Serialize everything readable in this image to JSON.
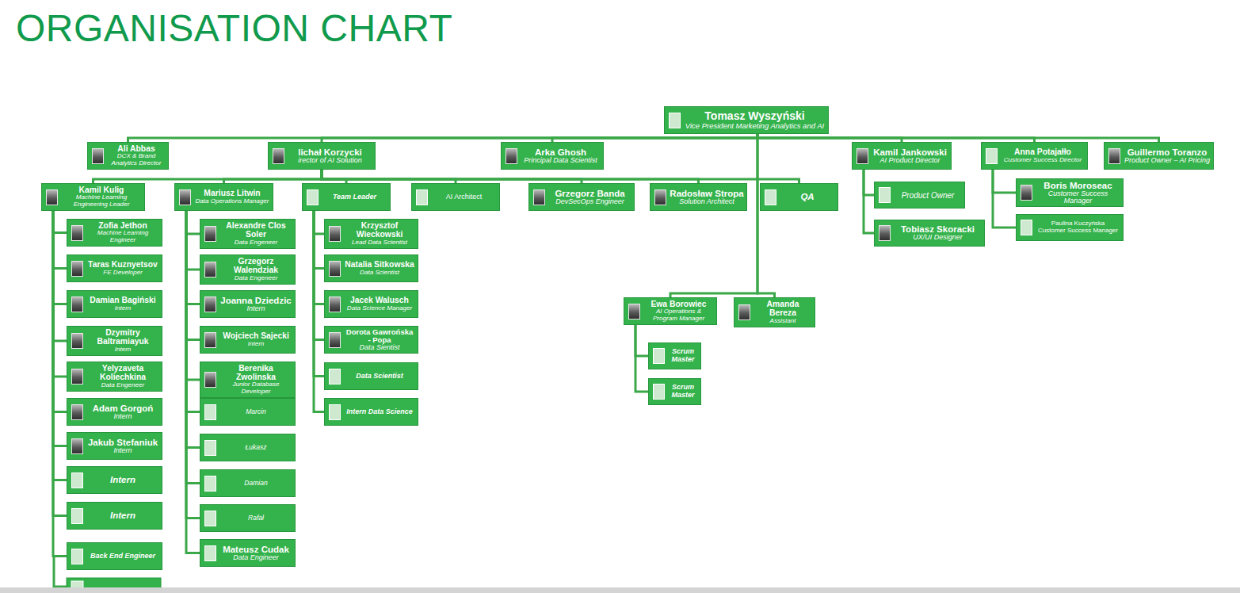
{
  "diagram": {
    "title": "ORGANISATION CHART",
    "nodes": [
      {
        "text": [
          "Tomasz Wyszyński",
          "Vice President Marketing Analytics and AI"
        ]
      },
      {
        "text": [
          "Ali Abbas",
          "DCX & Brand Analytics Director"
        ]
      },
      {
        "text": [
          "lichał Korzycki",
          "irector of AI Solution"
        ]
      },
      {
        "text": [
          "Arka Ghosh",
          "Principal Data Scientist"
        ]
      },
      {
        "text": [
          "Kamil Jankowski",
          "AI Product Director"
        ]
      },
      {
        "text": [
          "Anna Potajałło",
          "Customer Success Director"
        ]
      },
      {
        "text": [
          "Guillermo Toranzo",
          "Product Owner – AI Pricing"
        ]
      },
      {
        "text": [
          "Kamil Kulig",
          "Machine Learning Engineering Leader"
        ]
      },
      {
        "text": [
          "Mariusz Litwin",
          "Data Operations Manager"
        ]
      },
      {
        "text": [
          "Team Leader"
        ]
      },
      {
        "text": [
          "AI Architect"
        ]
      },
      {
        "text": [
          "Grzegorz Banda",
          "DevSecOps Engineer"
        ]
      },
      {
        "text": [
          "Radosław Stropa",
          "Solution Architect"
        ]
      },
      {
        "text": [
          "QA"
        ]
      },
      {
        "text": [
          "Product Owner"
        ]
      },
      {
        "text": [
          "Tobiasz Skoracki",
          "UX/UI Designer"
        ]
      },
      {
        "text": [
          "Boris Moroseac",
          "Customer Success Manager"
        ]
      },
      {
        "text": [
          "Paulina Kuczyńska",
          "Customer Success Manager"
        ]
      },
      {
        "text": [
          "Zofia Jethon",
          "Machine Learning Engineer"
        ]
      },
      {
        "text": [
          "Taras Kuznyetsov",
          "FE Developer"
        ]
      },
      {
        "text": [
          "Damian Bagiński",
          "Intern"
        ]
      },
      {
        "text": [
          "Dzymitry Baltramiayuk",
          "Intern"
        ]
      },
      {
        "text": [
          "Yelyzaveta Koliechkina",
          "Data Engeneer"
        ]
      },
      {
        "text": [
          "Adam Gorgoń",
          "Intern"
        ]
      },
      {
        "text": [
          "Jakub Stefaniuk",
          "Intern"
        ]
      },
      {
        "text": [
          "Intern"
        ]
      },
      {
        "text": [
          "Intern"
        ]
      },
      {
        "text": [
          "Back End Engineer"
        ]
      },
      {
        "text": [
          "Alexandre Clos Soler",
          "Data Engeneer"
        ]
      },
      {
        "text": [
          "Grzegorz Walendziak",
          "Data Engeneer"
        ]
      },
      {
        "text": [
          "Joanna Dziedzic",
          "Intern"
        ]
      },
      {
        "text": [
          "Wojciech Sajecki",
          "Intern"
        ]
      },
      {
        "text": [
          "Berenika Zwolinska",
          "Junior Database Developer"
        ]
      },
      {
        "text": [
          "Marcin"
        ]
      },
      {
        "text": [
          "Łukasz"
        ]
      },
      {
        "text": [
          "Damian"
        ]
      },
      {
        "text": [
          "Rafał"
        ]
      },
      {
        "text": [
          "Mateusz Cudak",
          "Data Engineer"
        ]
      },
      {
        "text": [
          "Krzysztof Wieckowski",
          "Lead Data Scientist"
        ]
      },
      {
        "text": [
          "Natalia Sitkowska",
          "Data Scientist"
        ]
      },
      {
        "text": [
          "Jacek Walusch",
          "Data Science Manager"
        ]
      },
      {
        "text": [
          "Dorota Gawrońska - Popa",
          "Data Sientist"
        ]
      },
      {
        "text": [
          "Data Scientist"
        ]
      },
      {
        "text": [
          "Intern Data Science"
        ]
      },
      {
        "text": [
          "Ewa Borowiec",
          "AI Operations & Program Manager"
        ]
      },
      {
        "text": [
          "Amanda Bereza",
          "Assistant"
        ]
      },
      {
        "text": [
          "Scrum Master"
        ]
      },
      {
        "text": [
          "Scrum Master"
        ]
      }
    ],
    "edges": [
      {
        "from": 0,
        "to": 1,
        "arrow": "none"
      },
      {
        "from": 0,
        "to": 2,
        "arrow": "none"
      },
      {
        "from": 0,
        "to": 3,
        "arrow": "none"
      },
      {
        "from": 0,
        "to": 4,
        "arrow": "none"
      },
      {
        "from": 0,
        "to": 5,
        "arrow": "none"
      },
      {
        "from": 0,
        "to": 6,
        "arrow": "none"
      },
      {
        "from": 0,
        "to": 44,
        "arrow": "none"
      },
      {
        "from": 0,
        "to": 45,
        "arrow": "none"
      },
      {
        "from": 2,
        "to": 7,
        "arrow": "none"
      },
      {
        "from": 2,
        "to": 8,
        "arrow": "none"
      },
      {
        "from": 2,
        "to": 9,
        "arrow": "none"
      },
      {
        "from": 2,
        "to": 10,
        "arrow": "none"
      },
      {
        "from": 2,
        "to": 11,
        "arrow": "none"
      },
      {
        "from": 2,
        "to": 12,
        "arrow": "none"
      },
      {
        "from": 2,
        "to": 13,
        "arrow": "none"
      },
      {
        "from": 4,
        "to": 14,
        "arrow": "none"
      },
      {
        "from": 4,
        "to": 15,
        "arrow": "none"
      },
      {
        "from": 5,
        "to": 16,
        "arrow": "none"
      },
      {
        "from": 5,
        "to": 17,
        "arrow": "none"
      },
      {
        "from": 7,
        "to": 18,
        "arrow": "none"
      },
      {
        "from": 7,
        "to": 19,
        "arrow": "none"
      },
      {
        "from": 7,
        "to": 20,
        "arrow": "none"
      },
      {
        "from": 7,
        "to": 21,
        "arrow": "none"
      },
      {
        "from": 7,
        "to": 22,
        "arrow": "none"
      },
      {
        "from": 7,
        "to": 23,
        "arrow": "none"
      },
      {
        "from": 7,
        "to": 24,
        "arrow": "none"
      },
      {
        "from": 7,
        "to": 25,
        "arrow": "none"
      },
      {
        "from": 7,
        "to": 26,
        "arrow": "none"
      },
      {
        "from": 7,
        "to": 27,
        "arrow": "none"
      },
      {
        "from": 8,
        "to": 28,
        "arrow": "none"
      },
      {
        "from": 8,
        "to": 29,
        "arrow": "none"
      },
      {
        "from": 8,
        "to": 30,
        "arrow": "none"
      },
      {
        "from": 8,
        "to": 31,
        "arrow": "none"
      },
      {
        "from": 8,
        "to": 32,
        "arrow": "none"
      },
      {
        "from": 8,
        "to": 33,
        "arrow": "none"
      },
      {
        "from": 8,
        "to": 34,
        "arrow": "none"
      },
      {
        "from": 8,
        "to": 35,
        "arrow": "none"
      },
      {
        "from": 8,
        "to": 36,
        "arrow": "none"
      },
      {
        "from": 8,
        "to": 37,
        "arrow": "none"
      },
      {
        "from": 9,
        "to": 38,
        "arrow": "none"
      },
      {
        "from": 9,
        "to": 39,
        "arrow": "none"
      },
      {
        "from": 9,
        "to": 40,
        "arrow": "none"
      },
      {
        "from": 9,
        "to": 41,
        "arrow": "none"
      },
      {
        "from": 9,
        "to": 42,
        "arrow": "none"
      },
      {
        "from": 9,
        "to": 43,
        "arrow": "none"
      },
      {
        "from": 44,
        "to": 46,
        "arrow": "none"
      },
      {
        "from": 44,
        "to": 47,
        "arrow": "none"
      }
    ]
  }
}
